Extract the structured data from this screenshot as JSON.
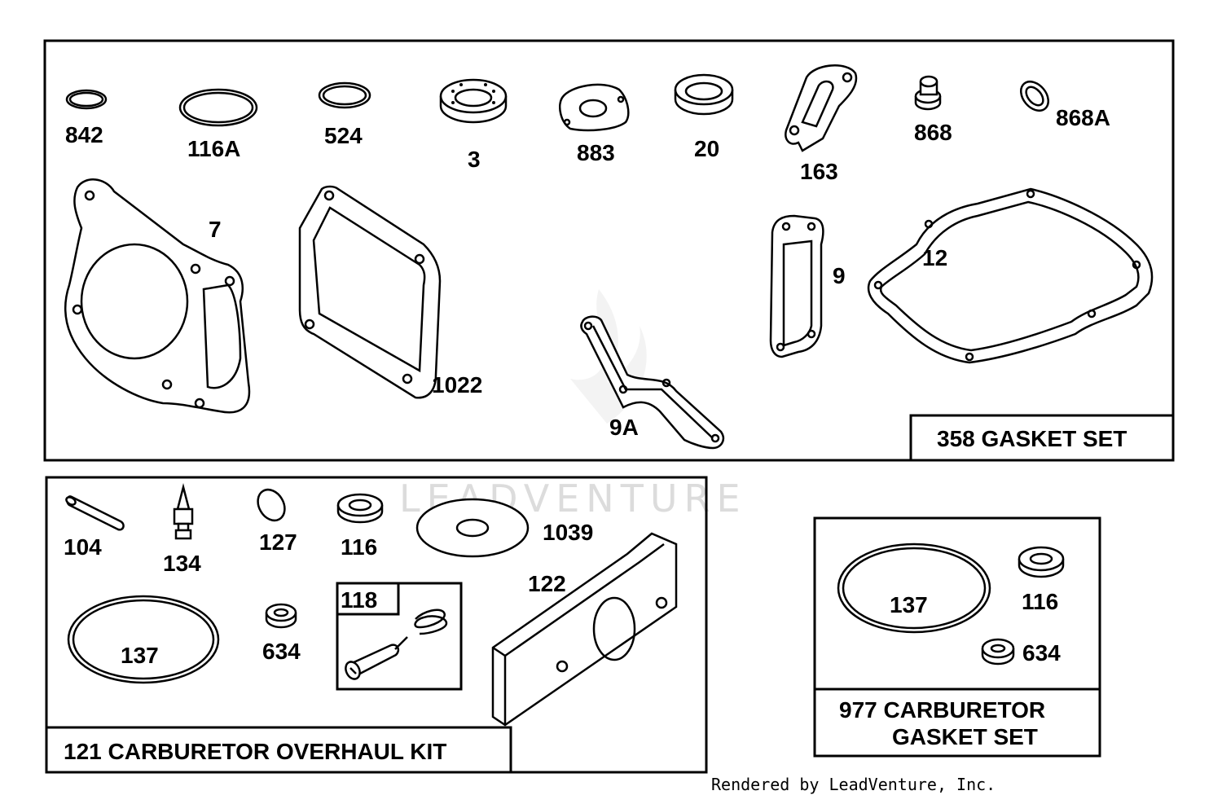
{
  "sections": {
    "gasket_set": {
      "title": "358 GASKET SET"
    },
    "overhaul_kit": {
      "title": "121 CARBURETOR OVERHAUL KIT"
    },
    "carb_gasket_set": {
      "title_line1": "977 CARBURETOR",
      "title_line2": "GASKET SET"
    }
  },
  "callouts": {
    "p842": "842",
    "p116a": "116A",
    "p524": "524",
    "p3": "3",
    "p883": "883",
    "p20": "20",
    "p163": "163",
    "p868": "868",
    "p868a": "868A",
    "p7": "7",
    "p1022": "1022",
    "p9a": "9A",
    "p9": "9",
    "p12": "12",
    "k104": "104",
    "k134": "134",
    "k127": "127",
    "k116": "116",
    "k1039": "1039",
    "k118": "118",
    "k122": "122",
    "k137": "137",
    "k634": "634",
    "c137": "137",
    "c116": "116",
    "c634": "634"
  },
  "watermark": "LEADVENTURE",
  "credit": "Rendered by LeadVenture, Inc."
}
